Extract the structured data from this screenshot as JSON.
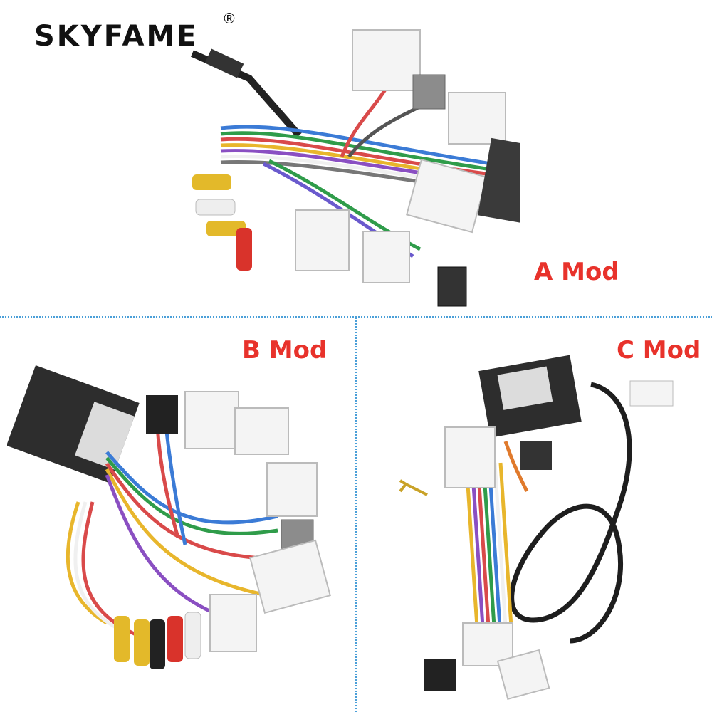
{
  "brand": {
    "name": "SKYFAME",
    "registered_mark": "®"
  },
  "panels": {
    "a": {
      "label": "A Mod"
    },
    "b": {
      "label": "B Mod"
    },
    "c": {
      "label": "C Mod"
    }
  },
  "colors": {
    "label": "#e8322b",
    "divider": "#4a9fd8",
    "brand": "#111111"
  }
}
